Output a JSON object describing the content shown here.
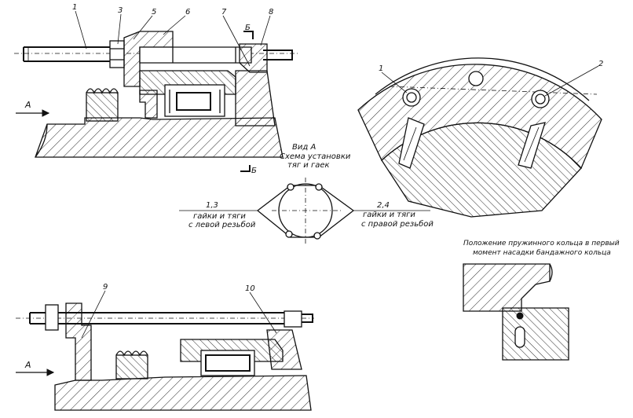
{
  "labels": {
    "top_callouts": [
      "1",
      "3",
      "5",
      "6",
      "7",
      "8"
    ],
    "bottom_callouts": [
      "9",
      "10"
    ],
    "ring_callouts": [
      "1",
      "2"
    ],
    "section_letter": "Б",
    "view_arrow_letter": "A"
  },
  "view_a": {
    "title": "Вид А",
    "caption_line1": "Схема установки",
    "caption_line2": "тяг и гаек",
    "left_num": "1,3",
    "left_line1": "гайки и тяги",
    "left_line2": "с левой резьбой",
    "right_num": "2,4",
    "right_line1": "гайки и тяги",
    "right_line2": "с правой резьбой"
  },
  "spring_ring": {
    "line1": "Положение пружинного кольца в первый",
    "line2": "момент насадки бандажного кольца"
  }
}
